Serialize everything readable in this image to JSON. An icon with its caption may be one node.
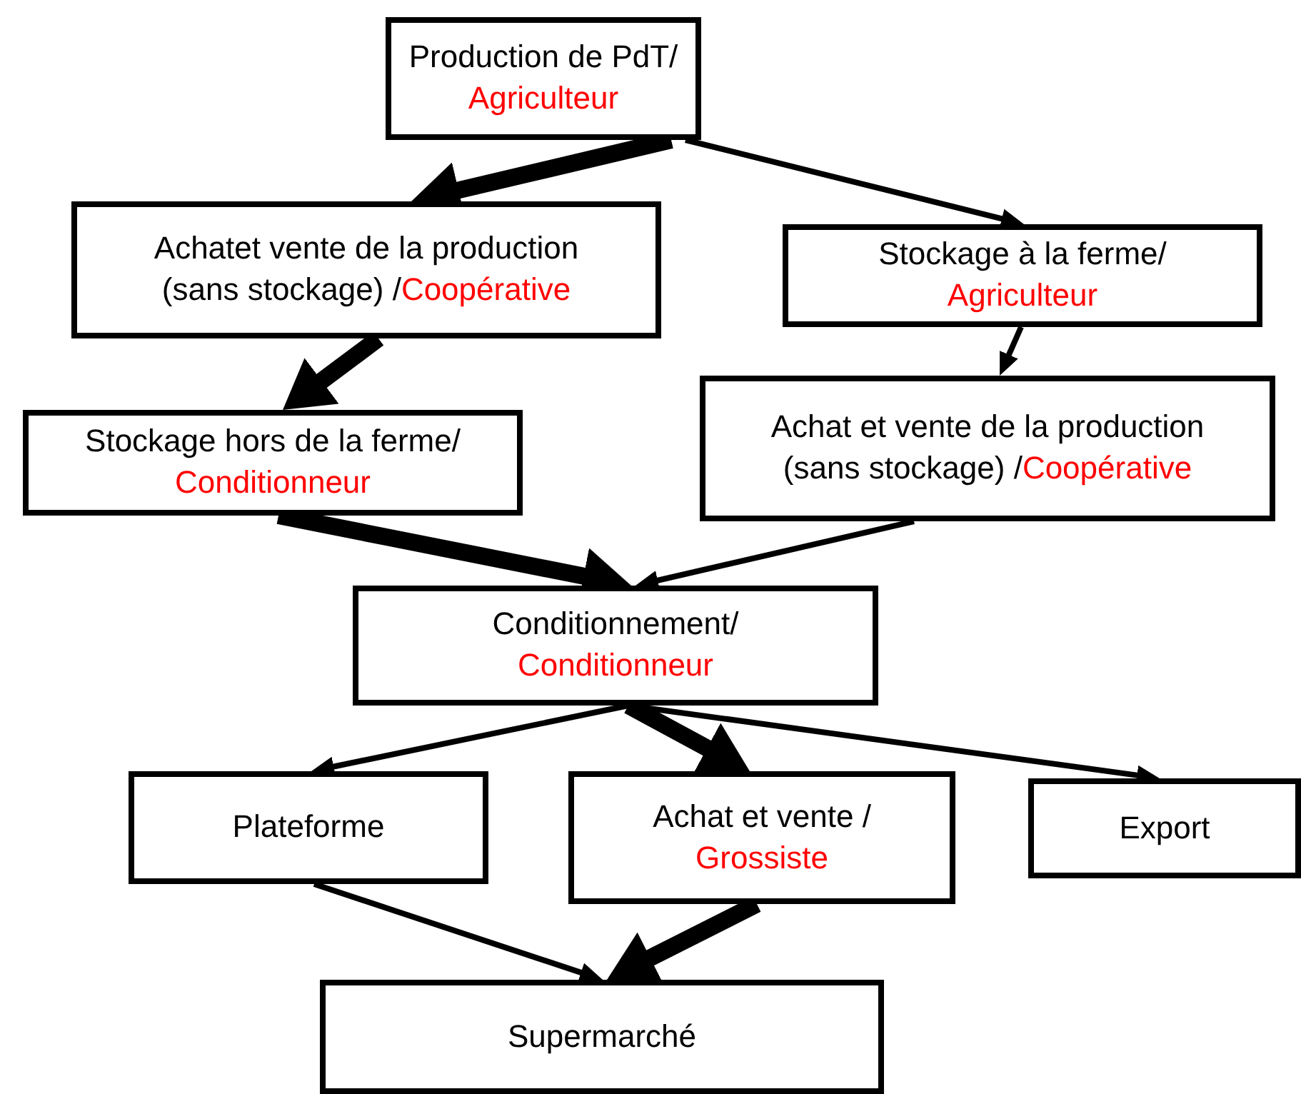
{
  "diagram": {
    "nodes": [
      {
        "text": [
          "Production de PdT/",
          "Agriculteur"
        ]
      },
      {
        "text": [
          "Achatet vente de la production (sans stockage) /",
          "Coopérative"
        ]
      },
      {
        "text": [
          "Stockage à la ferme/",
          "Agriculteur"
        ]
      },
      {
        "text": [
          "Stockage hors de la ferme/",
          "Conditionneur"
        ]
      },
      {
        "text": [
          "Achat et vente de la production (sans stockage) /",
          "Coopérative"
        ]
      },
      {
        "text": [
          "Conditionnement/",
          "Conditionneur"
        ]
      },
      {
        "text": [
          "Plateforme"
        ]
      },
      {
        "text": [
          "Achat et vente /",
          "Grossiste"
        ]
      },
      {
        "text": [
          "Export"
        ]
      },
      {
        "text": [
          "Supermarché"
        ]
      }
    ],
    "edges": [
      {
        "from": 0,
        "to": 1,
        "arrow": "to",
        "style": "thick"
      },
      {
        "from": 0,
        "to": 2,
        "arrow": "to"
      },
      {
        "from": 2,
        "to": 4,
        "arrow": "to"
      },
      {
        "from": 1,
        "to": 3,
        "arrow": "to",
        "style": "thick"
      },
      {
        "from": 3,
        "to": 5,
        "arrow": "to",
        "style": "thick"
      },
      {
        "from": 4,
        "to": 5,
        "arrow": "to"
      },
      {
        "from": 5,
        "to": 6,
        "arrow": "to"
      },
      {
        "from": 5,
        "to": 7,
        "arrow": "to",
        "style": "thick"
      },
      {
        "from": 5,
        "to": 8,
        "arrow": "to"
      },
      {
        "from": 6,
        "to": 9,
        "arrow": "to"
      },
      {
        "from": 7,
        "to": 9,
        "arrow": "to",
        "style": "thick"
      }
    ]
  }
}
